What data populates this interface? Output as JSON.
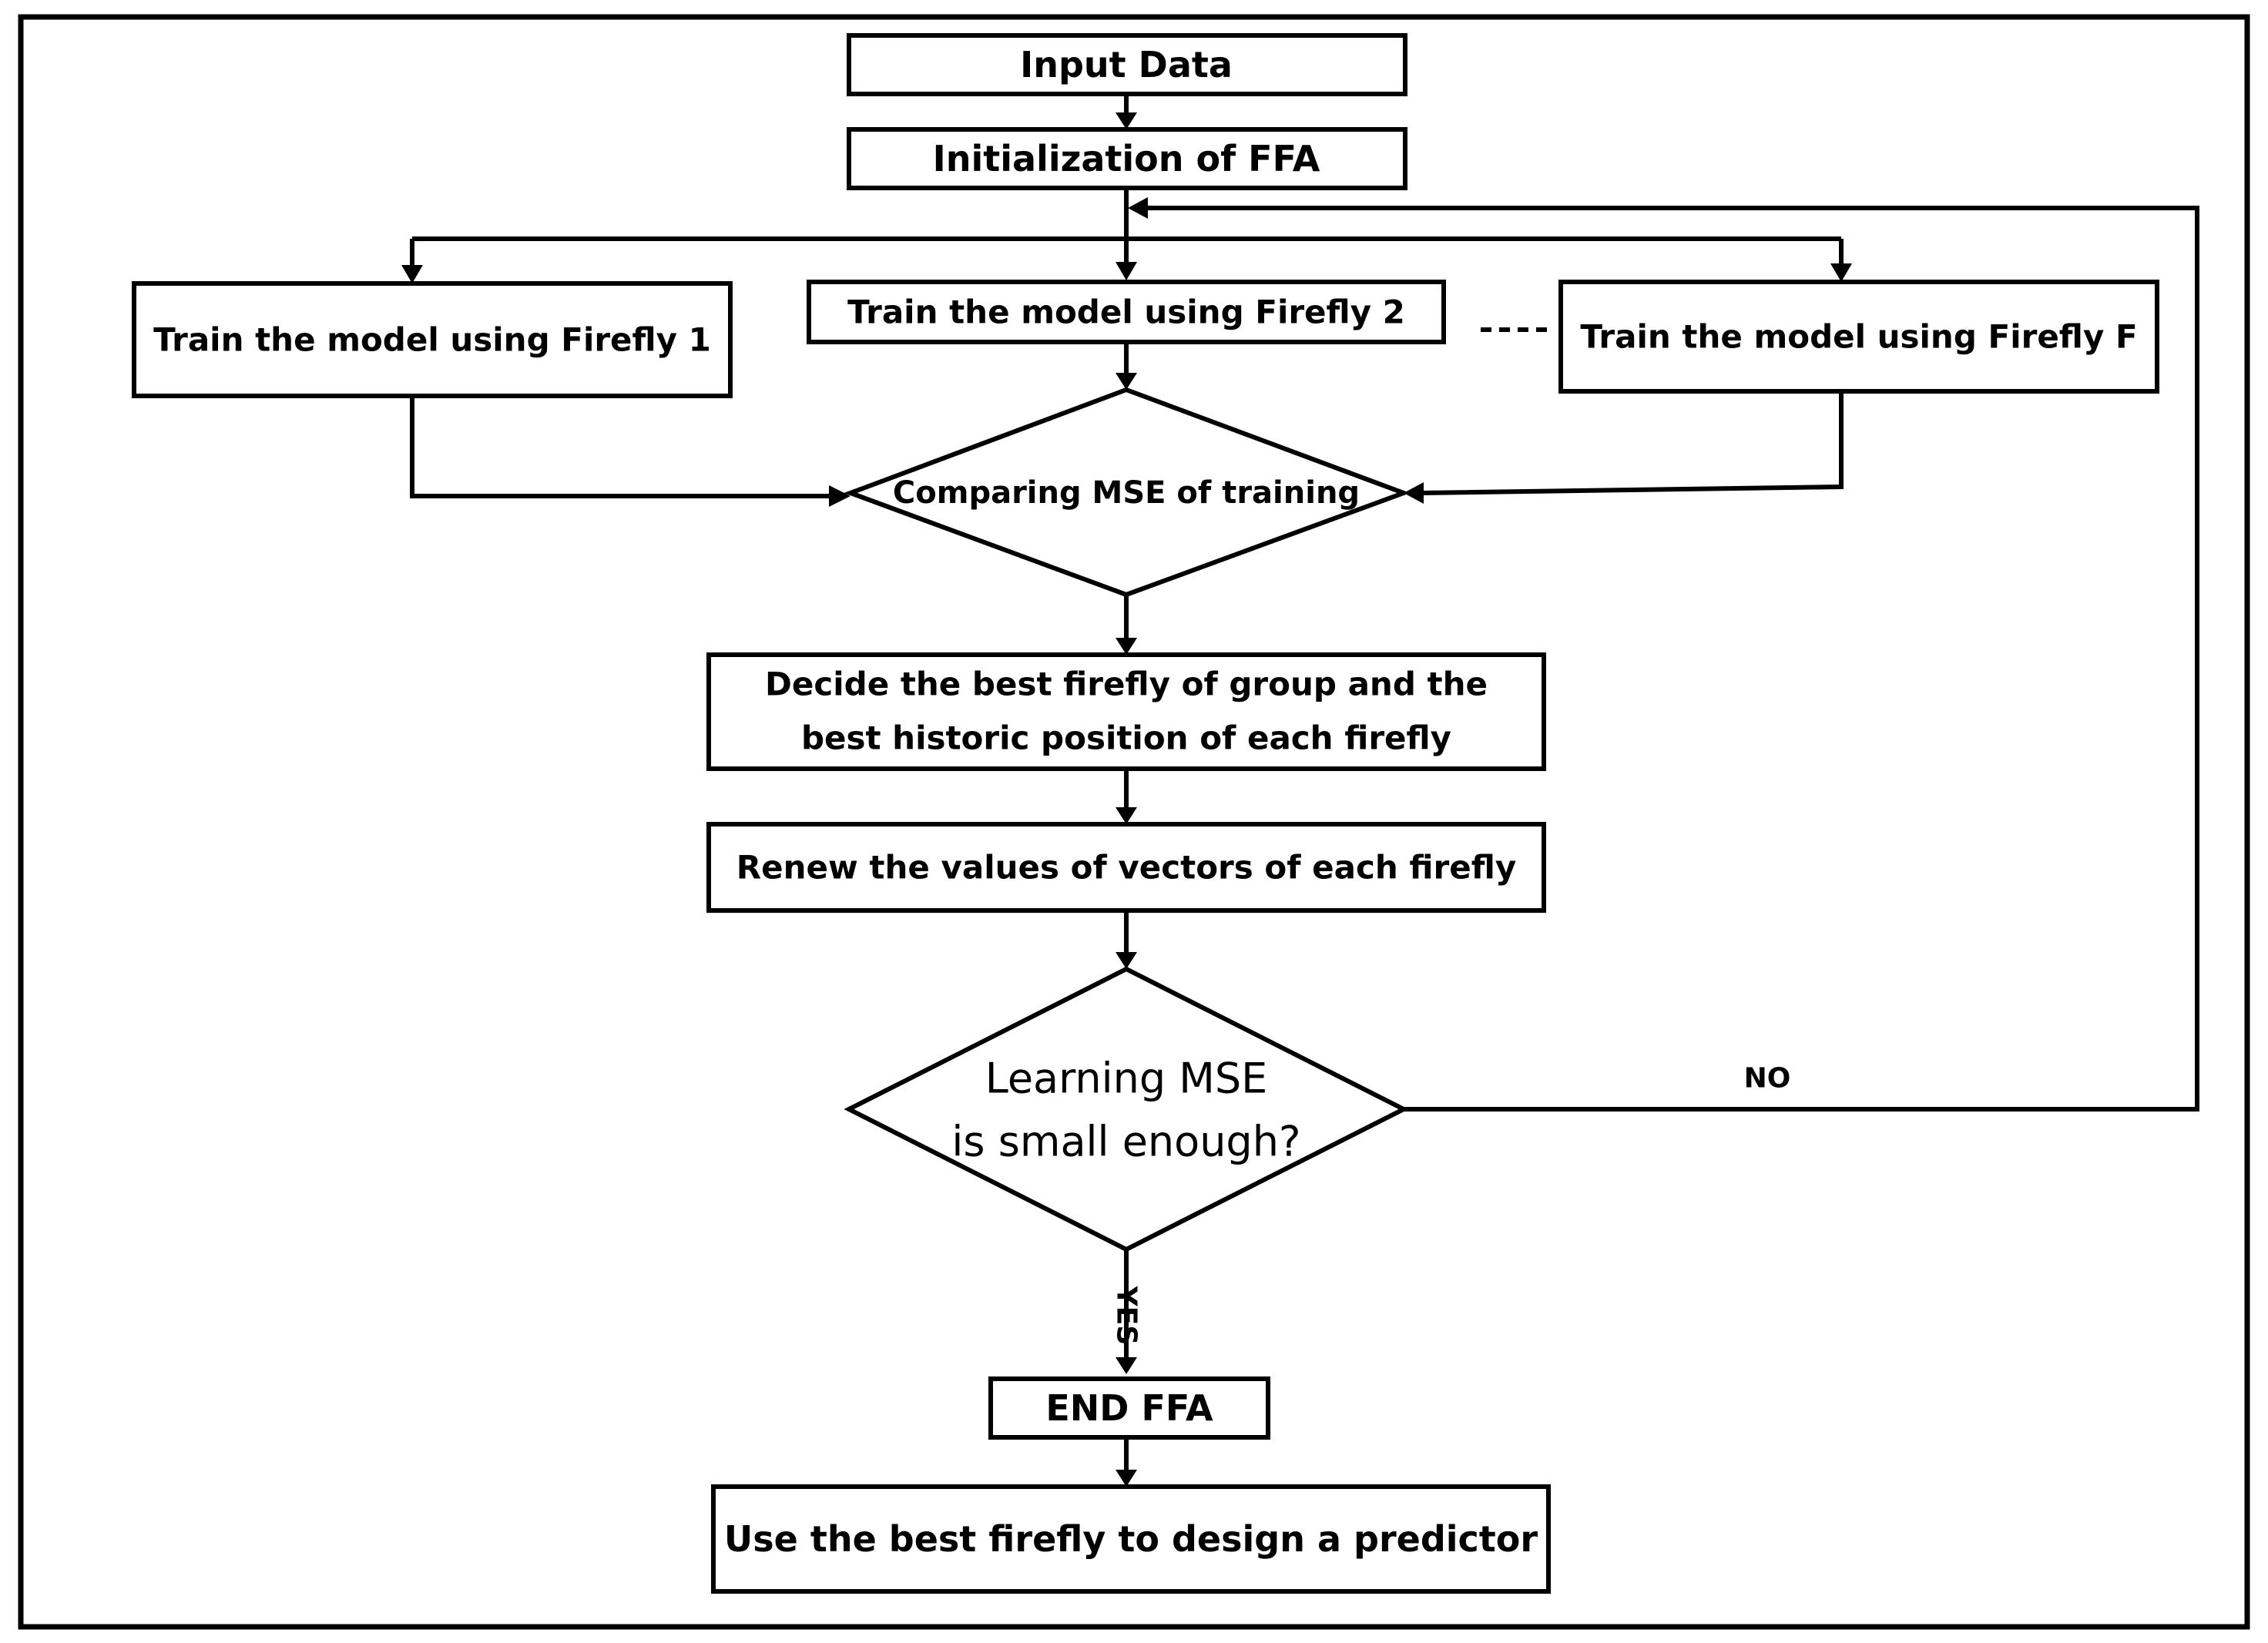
{
  "nodes": {
    "input_data": "Input Data",
    "init_ffa": "Initialization of  FFA",
    "train_1": "Train the model using Firefly 1",
    "train_2": "Train the model using Firefly 2",
    "train_f": "Train the model using Firefly F",
    "compare_mse": "Comparing MSE of training",
    "decide_line1": "Decide the best firefly of group and the",
    "decide_line2": "best historic position of each firefly",
    "renew": "Renew the values of vectors of each firefly",
    "learning_line1": "Learning MSE",
    "learning_line2": "is small enough?",
    "end_ffa": "END FFA",
    "use_best": "Use the best firefly to design a predictor"
  },
  "edge_labels": {
    "no": "NO",
    "yes": "YES"
  },
  "colors": {
    "stroke": "#000000",
    "fill": "#ffffff"
  }
}
